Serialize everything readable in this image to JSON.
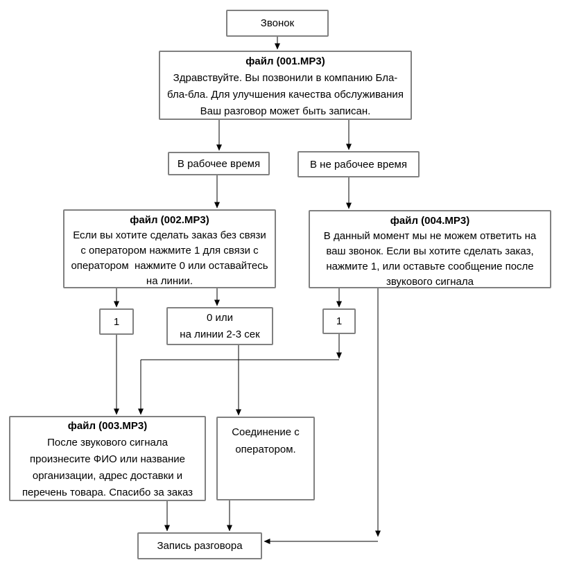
{
  "colors": {
    "node_border": "#808080",
    "connector": "#000000",
    "node_bg": "#ffffff",
    "text": "#000000"
  },
  "nodes": {
    "call": {
      "label": "Звонок"
    },
    "file001": {
      "title": "файл (001.MP3)",
      "lines": [
        "Здравствуйте. Вы позвонили в компанию Бла-",
        "бла-бла. Для улучшения качества обслуживания",
        "Ваш разговор может быть записан."
      ]
    },
    "working": {
      "label": "В рабочее время"
    },
    "nonworking": {
      "label": "В не рабочее время"
    },
    "file002": {
      "title": "файл (002.MP3)",
      "lines": [
        "Если вы хотите сделать заказ без связи",
        "с оператором нажмите 1 для связи с",
        "оператором  нажмите 0 или оставайтесь",
        "на линии."
      ]
    },
    "file004": {
      "title": "файл (004.MP3)",
      "lines": [
        "В данный момент мы не можем ответить на",
        "ваш звонок. Если вы хотите сделать заказ,",
        "нажмите 1, или оставьте сообщение после",
        "звукового сигнала"
      ]
    },
    "key1_left": {
      "label": "1"
    },
    "zero_or": {
      "lines": [
        "0 или",
        "на линии 2-3 сек"
      ]
    },
    "key1_right": {
      "label": "1"
    },
    "file003": {
      "title": "файл (003.MP3)",
      "lines": [
        "После звукового сигнала",
        "произнесите ФИО или название",
        "организации, адрес доставки и",
        "перечень товара. Спасибо за заказ"
      ]
    },
    "operator": {
      "lines": [
        "Соединение с",
        "оператором."
      ]
    },
    "record": {
      "label": "Запись разговора"
    }
  }
}
